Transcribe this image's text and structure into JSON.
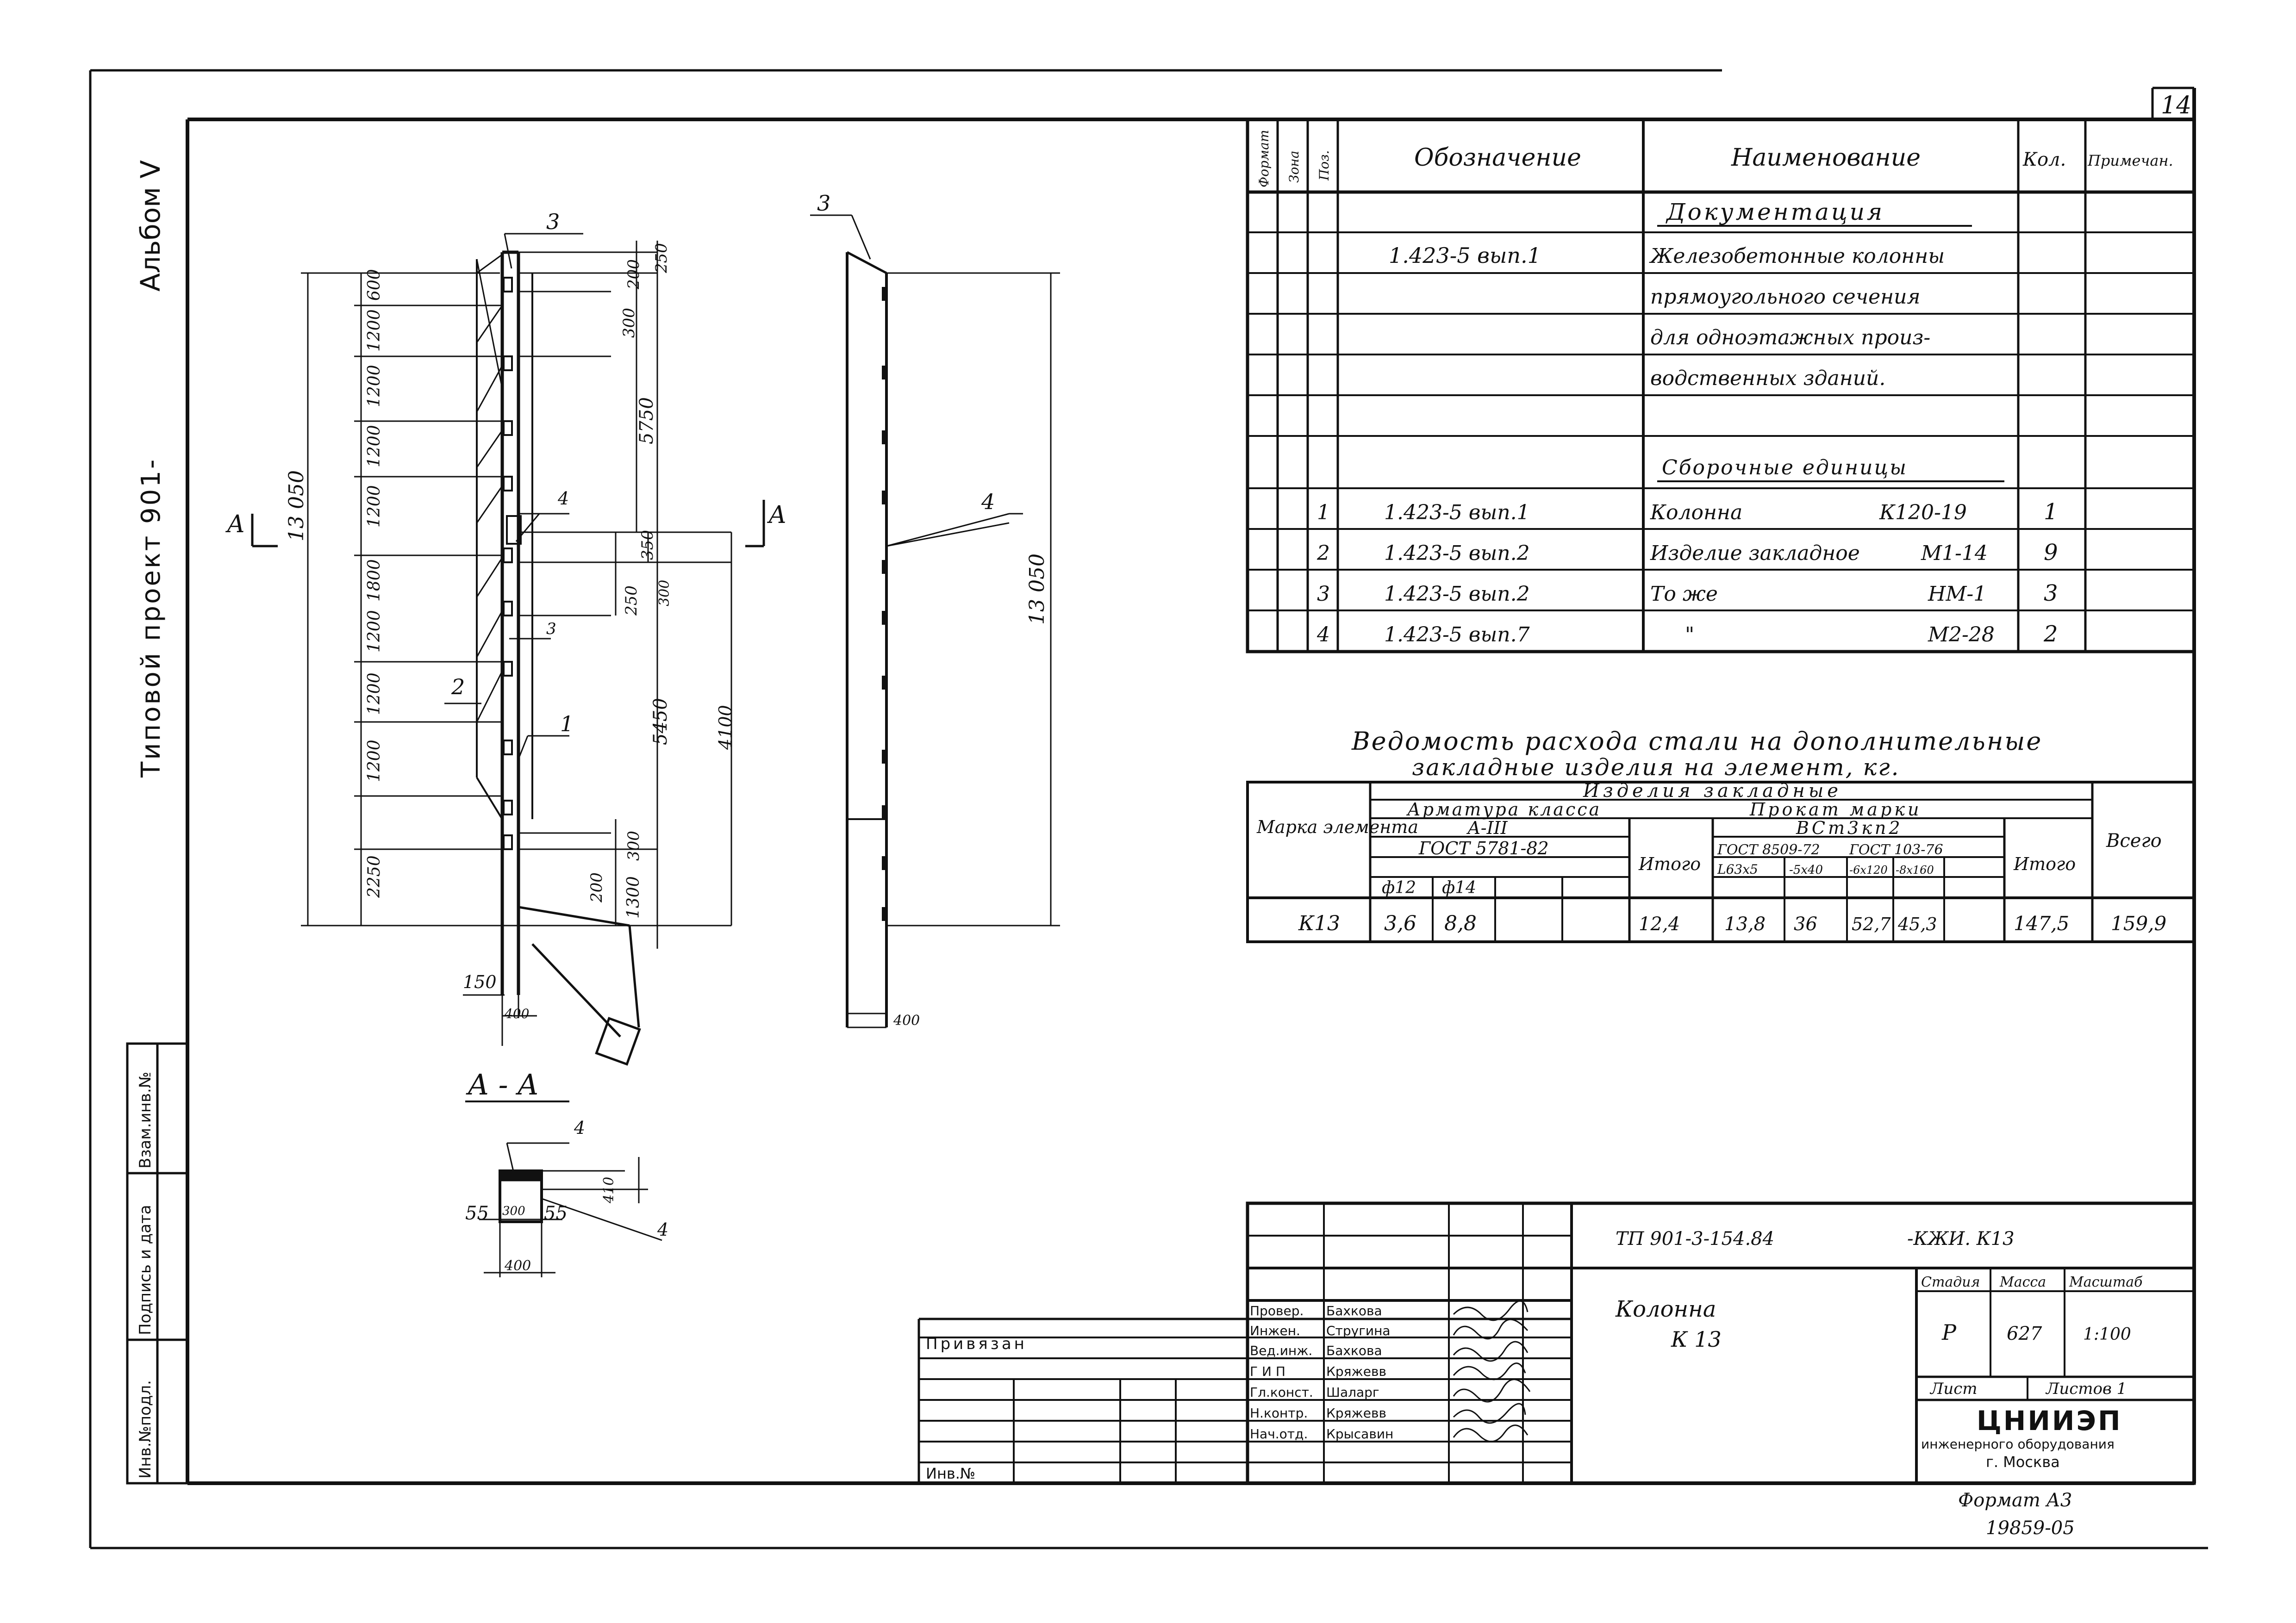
{
  "sheet": {
    "number": "14",
    "side_album": "Альбом V",
    "side_project": "Типовой проект 901-",
    "format": "Формат А3",
    "archive_no": "19859-05"
  },
  "side_stamp": [
    "Инв.№подл.",
    "Подпись и дата",
    "Взам.инв.№"
  ],
  "spec": {
    "headers": {
      "format": "Формат",
      "zone": "Зона",
      "pos": "Поз.",
      "designation": "Обозначение",
      "name": "Наименование",
      "qty": "Кол.",
      "note": "Примечан."
    },
    "section_doc": "Документация",
    "section_parts": "Сборочные единицы",
    "doc_rows": [
      {
        "designation": "1.423-5 вып.1",
        "name": "Железобетонные колонны"
      },
      {
        "designation": "",
        "name": "прямоугольного сечения"
      },
      {
        "designation": "",
        "name": "для одноэтажных произ-"
      },
      {
        "designation": "",
        "name": "водственных зданий."
      }
    ],
    "rows": [
      {
        "pos": "1",
        "designation": "1.423-5 вып.1",
        "name": "Колонна",
        "mark": "К120-19",
        "qty": "1"
      },
      {
        "pos": "2",
        "designation": "1.423-5 вып.2",
        "name": "Изделие закладное",
        "mark": "М1-14",
        "qty": "9"
      },
      {
        "pos": "3",
        "designation": "1.423-5 вып.2",
        "name": "То же",
        "mark": "НМ-1",
        "qty": "3"
      },
      {
        "pos": "4",
        "designation": "1.423-5 вып.7",
        "name": "\"",
        "mark": "М2-28",
        "qty": "2"
      }
    ]
  },
  "steel": {
    "title1": "Ведомость расхода стали на дополнительные",
    "title2": "закладные изделия на элемент, кг.",
    "h_mark": "Марка элемента",
    "h_group": "Изделия закладные",
    "h_rebar": "Арматура класса",
    "h_rolled": "Прокат марки",
    "h_a3": "А-III",
    "h_vst": "ВСт3кп2",
    "h_gost1": "ГОСТ 5781-82",
    "h_gost2": "ГОСТ 103-76",
    "h_gost3": "ГОСТ 8509-72",
    "h_itogo": "Итого",
    "h_total": "Всего",
    "cols": [
      "ф12",
      "ф14",
      "L63x5",
      "-5х40",
      "-6х120",
      "-8х160"
    ],
    "row": {
      "mark": "К13",
      "v1": "3,6",
      "v2": "8,8",
      "it1": "12,4",
      "l63": "13,8",
      "a40": "36",
      "a120": "52,7",
      "a160": "45,3",
      "it2": "147,5",
      "total": "159,9"
    }
  },
  "drawing": {
    "dims_left": [
      "2250",
      "1200",
      "1200",
      "1200",
      "1800",
      "1200",
      "1200",
      "1200",
      "1200",
      "600"
    ],
    "total_height": "13 050",
    "right_dims": [
      "250",
      "200",
      "300",
      "5750",
      "350",
      "300",
      "250",
      "5450",
      "4100",
      "200",
      "300",
      "1300"
    ],
    "callouts": [
      "1",
      "2",
      "3",
      "4"
    ],
    "section_mark": "А",
    "section_title": "А - А",
    "section_dims": [
      "55",
      "300",
      "55",
      "410",
      "400"
    ],
    "bottom_dims": [
      "150",
      "400"
    ],
    "side_view_dim": "13 050",
    "side_view_width": "400"
  },
  "title_block": {
    "code": "ТП 901-3-154.84",
    "code_suffix": "-КЖИ. К13",
    "object": "Колонна",
    "object_mark": "К 13",
    "stage_h": "Стадия",
    "mass_h": "Масса",
    "scale_h": "Масштаб",
    "stage": "Р",
    "mass": "627",
    "scale": "1:100",
    "sheet_h": "Лист",
    "sheets_h": "Листов 1",
    "org1": "ЦНИИЭП",
    "org2": "инженерного оборудования",
    "org3": "г. Москва",
    "privyazan": "Привязан",
    "inv": "Инв.№",
    "roles": [
      {
        "role": "Провер.",
        "name": "Бахкова"
      },
      {
        "role": "Инжен.",
        "name": "Стругина"
      },
      {
        "role": "Вед.инж.",
        "name": "Бахкова"
      },
      {
        "role": "Г И П",
        "name": "Кряжевв"
      },
      {
        "role": "Гл.конст.",
        "name": "Шаларг"
      },
      {
        "role": "Н.контр.",
        "name": "Кряжевв"
      },
      {
        "role": "Нач.отд.",
        "name": "Крысавин"
      }
    ]
  }
}
